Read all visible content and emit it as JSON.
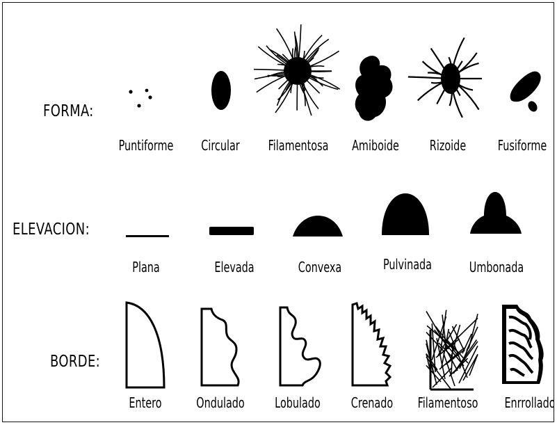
{
  "rows": {
    "forma": {
      "label": "FORMA:",
      "items": [
        "Puntiforme",
        "Circular",
        "Filamentosa",
        "Amiboide",
        "Rizoide",
        "Fusiforme"
      ]
    },
    "elevacion": {
      "label": "ELEVACION:",
      "items": [
        "Plana",
        "Elevada",
        "Convexa",
        "Pulvinada",
        "Umbonada"
      ]
    },
    "borde": {
      "label": "BORDE:",
      "items": [
        "Entero",
        "Ondulado",
        "Lobulado",
        "Crenado",
        "Filamentoso",
        "Enrrollado"
      ]
    }
  }
}
